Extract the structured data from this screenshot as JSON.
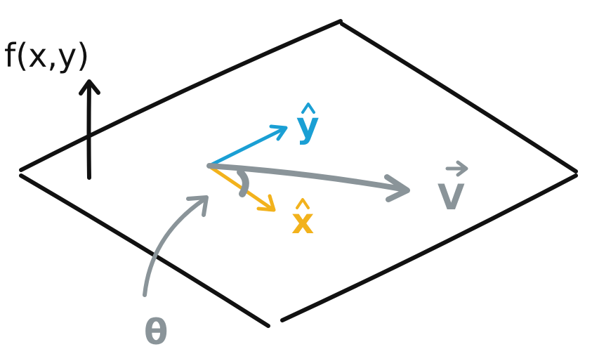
{
  "labels": {
    "function": "f(x,y)",
    "y_hat": "y",
    "x_hat": "x",
    "vector": "V",
    "angle": "θ"
  },
  "colors": {
    "plane": "#111111",
    "y_axis": "#1a9fd4",
    "x_axis": "#f2b21c",
    "vector": "#8a9499",
    "angle": "#8a9499"
  }
}
